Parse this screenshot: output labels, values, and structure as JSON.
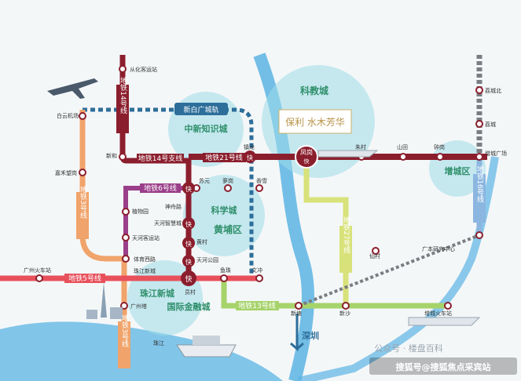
{
  "colors": {
    "line14": "#8b1e2d",
    "line21": "#8b1e2d",
    "line3": "#f0a36a",
    "line5": "#e8505b",
    "line6": "#9b3f8a",
    "line13": "#a6d36a",
    "line16": "#8bb6e0",
    "line27": "#d8e27a",
    "baiyun": "#2d6e9a",
    "kyd": "#7a7d82",
    "river": "#5bb4e4",
    "district": "#9fdce8"
  },
  "districts": {
    "kejiao": "科教城",
    "zhongxin": "中新知识城",
    "kexue": "科学城",
    "huangpu": "黄埔区",
    "zengcheng": "增城区",
    "zhujiang": "珠江新城",
    "guoji": "国际金融城",
    "shenzhen": "深圳"
  },
  "lines": {
    "line14": "地铁14号线",
    "line14_branch": "地铁14号支线",
    "line21": "地铁21号线",
    "line3a": "地铁3号线",
    "line3b": "地铁3号线",
    "line5": "地铁5号线",
    "line6": "地铁6号线",
    "line13": "地铁13号线",
    "line16": "地铁16号线",
    "line27": "地铁27号线"
  },
  "baiyun_label": "新白广城轨",
  "project_logo": "保利 水木芳华",
  "express_marker": "快",
  "fenggang_label": "凤岗",
  "stations": {
    "conghua": "从化客运站",
    "baiyun_airport": "白云机场",
    "xinhe": "新和",
    "jiahe": "嘉禾望岗",
    "zhenlong": "镇龙",
    "suyuan": "苏元",
    "luogang": "萝岗",
    "xianggang": "香雪",
    "shenzhoulu": "神舟路",
    "zhiwuyuan": "植物园",
    "tianhezhihui": "天河智慧城",
    "tianhekeyun": "天河客运站",
    "huangcun": "黄村",
    "tianhegongyuan": "天河公园",
    "tiyuxilu": "体育西路",
    "zhujiangxincheng": "珠江新城",
    "guangzhouhuochezhan": "广州火车站",
    "yuancun": "员村",
    "yuzhu": "鱼珠",
    "wenchong": "文冲",
    "guangzhouta": "广州塔",
    "zhujiang_river": "珠江",
    "zhucun": "朱村",
    "shantian": "山田",
    "zhonggang": "钟岗",
    "zengchengguangchang": "增城广场",
    "licheng": "荔城",
    "lichengbei": "荔城北",
    "xiancun": "仙村",
    "guangben": "广本研究中心",
    "xintang": "新塘",
    "xinsha": "新沙",
    "zengchenghuochezhan": "增城火车站"
  },
  "watermark": {
    "wechat": "公众号 · 楼盘百科",
    "sohu": "搜狐号@搜狐焦点采宾站"
  }
}
